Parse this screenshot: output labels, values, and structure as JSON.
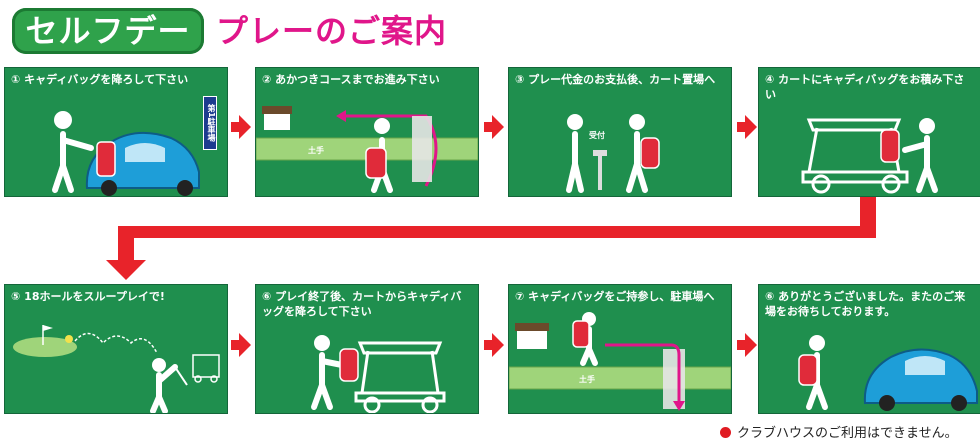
{
  "title_badge": "セルフデー",
  "title": "プレーのご案内",
  "steps": [
    {
      "num": "①",
      "text": "キャディバッグを降ろして下さい"
    },
    {
      "num": "②",
      "text": "あかつきコースまでお進み下さい"
    },
    {
      "num": "③",
      "text": "プレー代金のお支払後、カート置場へ"
    },
    {
      "num": "④",
      "text": "カートにキャディバッグをお積み下さい"
    },
    {
      "num": "⑤",
      "text": "18ホールをスループレイで!"
    },
    {
      "num": "⑥",
      "text": "プレイ終了後、カートからキャディバッグを降ろして下さい"
    },
    {
      "num": "⑦",
      "text": "キャディバッグをご持参し、駐車場へ"
    },
    {
      "num": "⑥",
      "text": "ありがとうございました。またのご来場をお待ちしております。"
    }
  ],
  "labels": {
    "parking_sign": "第1駐車場",
    "embankment": "土手",
    "reception": "受付"
  },
  "note": "クラブハウスのご利用はできません。",
  "colors": {
    "panel": "#1f8f4e",
    "badge": "#2fa24b",
    "title": "#e0168a",
    "arrow": "#e8232a",
    "dot": "#e01b22"
  }
}
